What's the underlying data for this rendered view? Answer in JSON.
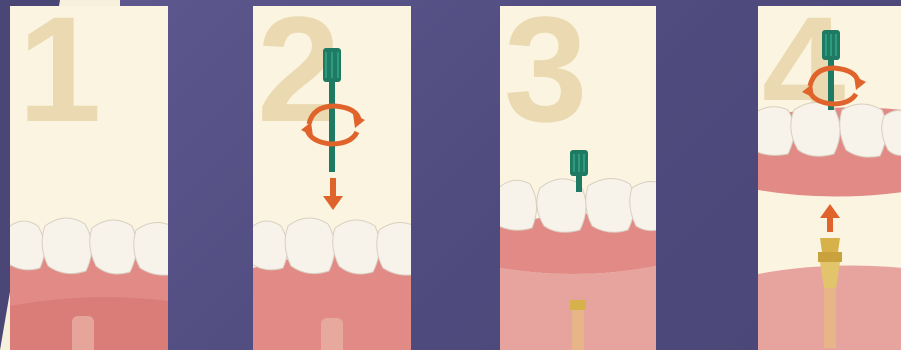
{
  "steps": [
    {
      "number": "1"
    },
    {
      "number": "2"
    },
    {
      "number": "3"
    },
    {
      "number": "4"
    }
  ],
  "colors": {
    "background": "#565286",
    "panel": "#fbf4e0",
    "step_number": "#ead9b1",
    "gum": "#e28a86",
    "tooth": "#f7f3ea",
    "tool": "#1f7a63",
    "arrow": "#e0632b",
    "implant_gold": "#d7b24a"
  },
  "icons": [
    "screwdriver-icon",
    "rotate-arrow-icon",
    "down-arrow-icon",
    "up-arrow-icon",
    "implant-icon"
  ]
}
